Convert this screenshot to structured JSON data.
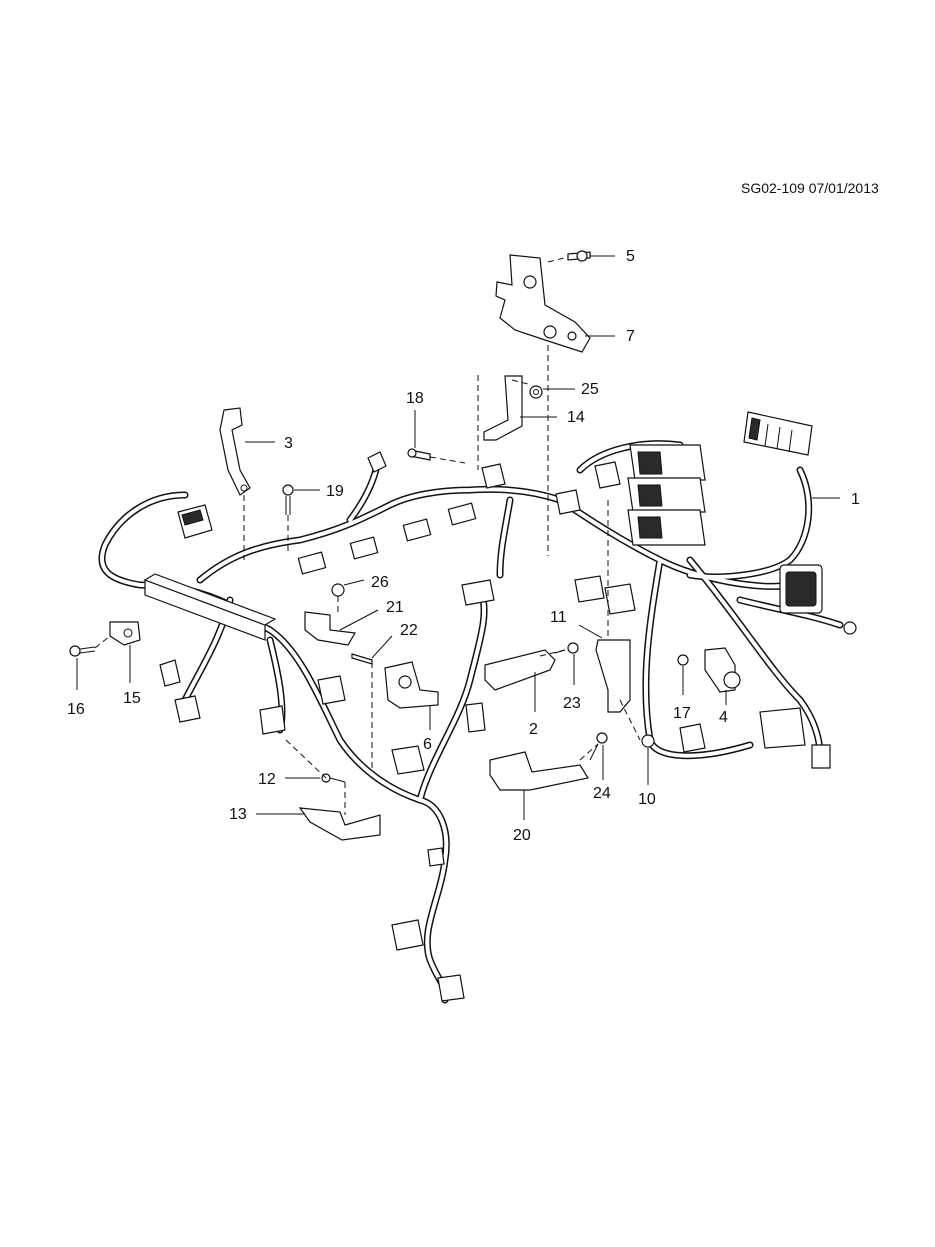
{
  "diagram": {
    "reference": "SG02-109 07/01/2013",
    "callouts": [
      "1",
      "2",
      "3",
      "4",
      "5",
      "6",
      "7",
      "10",
      "11",
      "12",
      "13",
      "14",
      "15",
      "16",
      "17",
      "18",
      "19",
      "20",
      "21",
      "22",
      "23",
      "24",
      "25",
      "26"
    ]
  }
}
